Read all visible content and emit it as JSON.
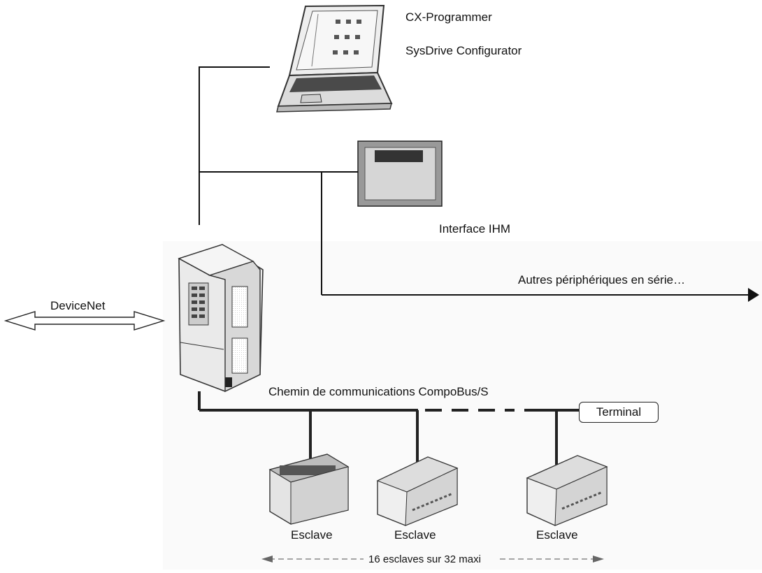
{
  "diagram": {
    "software": {
      "label_1": "CX-Programmer",
      "label_2": "SysDrive Configurator"
    },
    "hmi": {
      "label": "Interface IHM"
    },
    "serial": {
      "label": "Autres périphériques en série…"
    },
    "fieldbus": {
      "label": "DeviceNet"
    },
    "compobus": {
      "path_label": "Chemin de communications CompoBus/S",
      "terminal_label": "Terminal"
    },
    "slaves": [
      {
        "label": "Esclave"
      },
      {
        "label": "Esclave"
      },
      {
        "label": "Esclave"
      }
    ],
    "capacity": {
      "label": "16 esclaves sur 32 maxi"
    }
  }
}
